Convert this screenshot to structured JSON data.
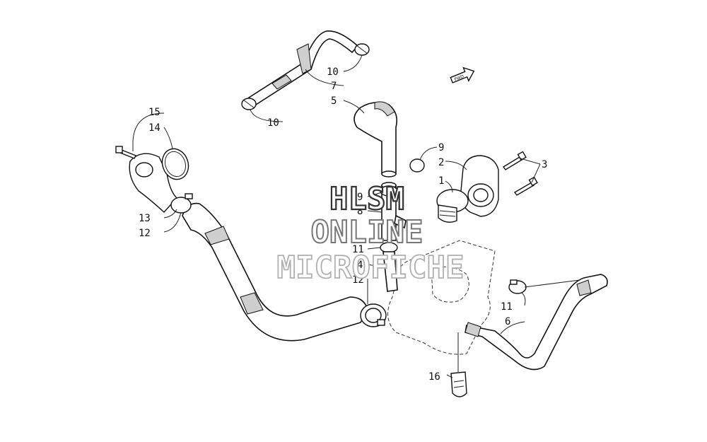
{
  "callouts": [
    {
      "id": "c15",
      "label": "15"
    },
    {
      "id": "c14",
      "label": "14"
    },
    {
      "id": "c13",
      "label": "13"
    },
    {
      "id": "c12a",
      "label": "12"
    },
    {
      "id": "c10a",
      "label": "10"
    },
    {
      "id": "c7",
      "label": "7"
    },
    {
      "id": "c10b",
      "label": "10"
    },
    {
      "id": "c5",
      "label": "5"
    },
    {
      "id": "c9a",
      "label": "9"
    },
    {
      "id": "c2",
      "label": "2"
    },
    {
      "id": "c3",
      "label": "3"
    },
    {
      "id": "c1",
      "label": "1"
    },
    {
      "id": "c9b",
      "label": "9"
    },
    {
      "id": "c8",
      "label": "8"
    },
    {
      "id": "c11a",
      "label": "11"
    },
    {
      "id": "c4",
      "label": "4"
    },
    {
      "id": "c12b",
      "label": "12"
    },
    {
      "id": "c11b",
      "label": "11"
    },
    {
      "id": "c6",
      "label": "6"
    },
    {
      "id": "c16",
      "label": "16"
    }
  ],
  "watermark": {
    "line1": "HLSM",
    "line2": "ONLINE",
    "line3": "MICROFICHE"
  },
  "front_arrow": {
    "label": "FWD"
  },
  "colors": {
    "ink": "#111111",
    "watermark_outline": "#b0b0b0",
    "background": "#ffffff"
  }
}
